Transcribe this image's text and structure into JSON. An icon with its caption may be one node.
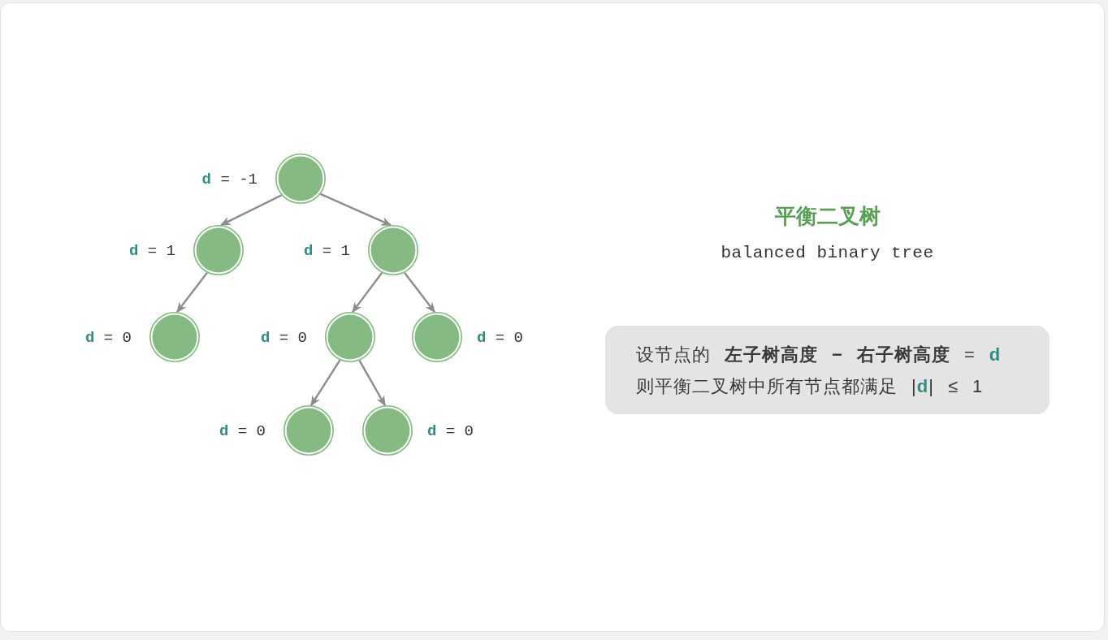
{
  "diagram": {
    "title": "平衡二叉树",
    "nodes": [
      {
        "text": [],
        "shape": "circle",
        "beside": [
          "**d** = -1"
        ]
      },
      {
        "text": [],
        "shape": "circle",
        "beside": [
          "**d** = 1"
        ]
      },
      {
        "text": [],
        "shape": "circle",
        "beside": [
          "**d** = 1"
        ]
      },
      {
        "text": [],
        "shape": "circle",
        "beside": [
          "**d** = 0"
        ]
      },
      {
        "text": [],
        "shape": "circle",
        "beside": [
          "**d** = 0"
        ]
      },
      {
        "text": [],
        "shape": "circle",
        "beside": [
          "**d** = 0"
        ]
      },
      {
        "text": [],
        "shape": "circle",
        "beside": [
          "**d** = 0"
        ]
      },
      {
        "text": [],
        "shape": "circle",
        "beside": [
          "**d** = 0"
        ]
      },
      {
        "text": [
          "设节点的 **左子树高度 − 右子树高度** = **d**",
          "则平衡二叉树中所有节点都满足 |**d**| ≤ 1"
        ]
      }
    ],
    "edges": [
      {
        "from": 0,
        "to": 1,
        "arrow": "to"
      },
      {
        "from": 0,
        "to": 2,
        "arrow": "to"
      },
      {
        "from": 1,
        "to": 3,
        "arrow": "to"
      },
      {
        "from": 2,
        "to": 4,
        "arrow": "to"
      },
      {
        "from": 2,
        "to": 5,
        "arrow": "to"
      },
      {
        "from": 4,
        "to": 6,
        "arrow": "to"
      },
      {
        "from": 4,
        "to": 7,
        "arrow": "to"
      }
    ],
    "labels": [
      "balanced binary tree"
    ]
  }
}
